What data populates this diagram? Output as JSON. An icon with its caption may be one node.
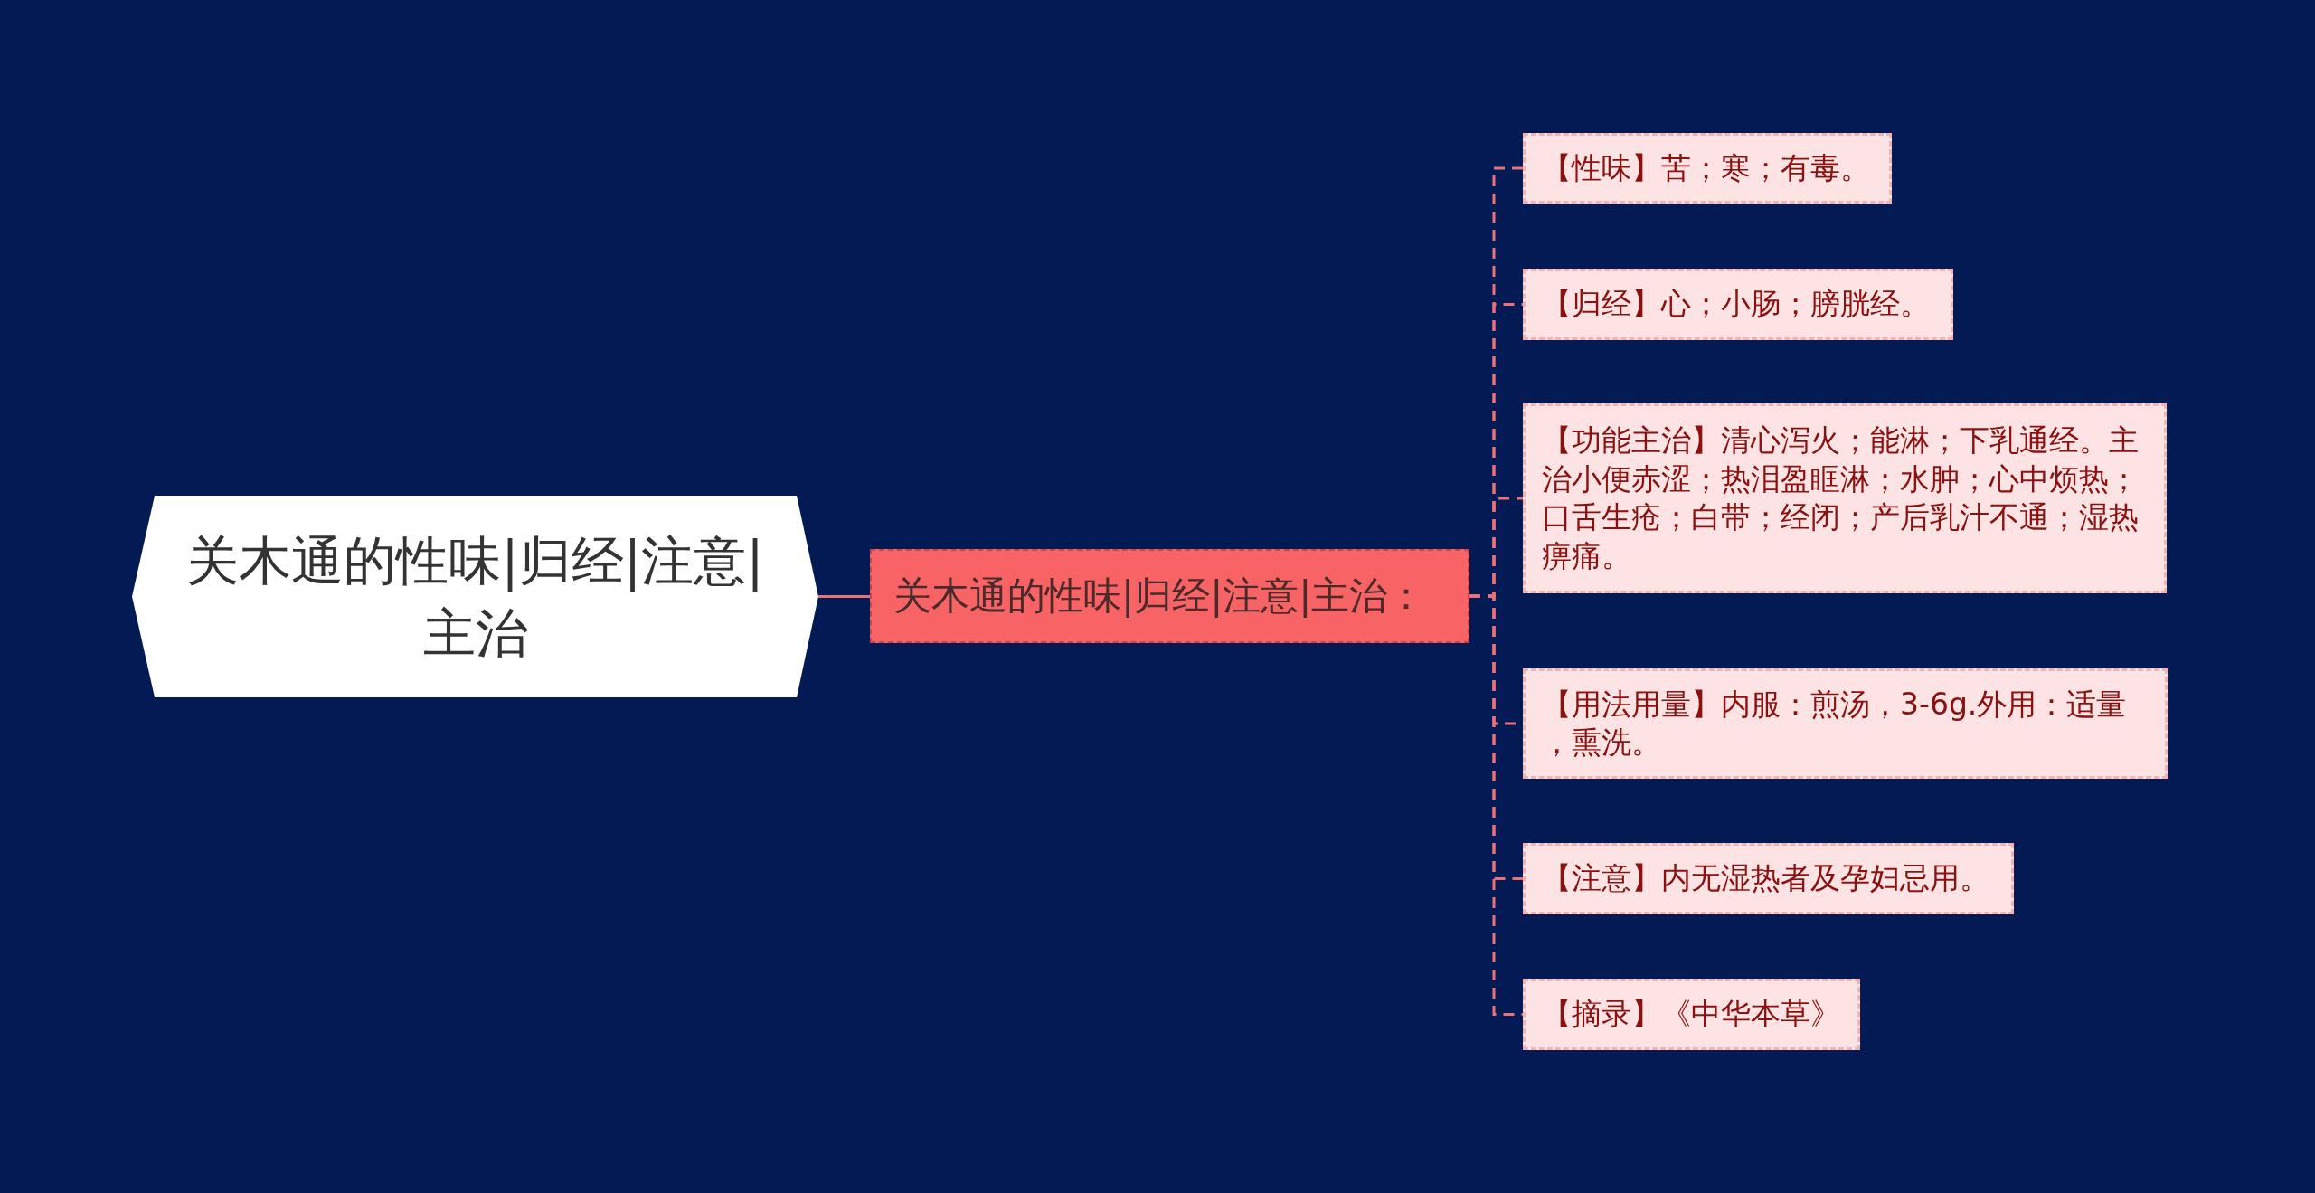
{
  "diagram": {
    "nodes": [
      {
        "text": [
          "关木通的性味|归经|注意|主治"
        ]
      },
      {
        "text": [
          "关木通的性味|归经|注意|主治："
        ]
      },
      {
        "text": [
          "【性味】苦；寒；有毒。"
        ]
      },
      {
        "text": [
          "【归经】心；小肠；膀胱经。"
        ]
      },
      {
        "text": [
          "【功能主治】清心泻火；能淋；下乳通经。主治小便赤涩；热泪盈眶淋；水肿；心中烦热；口舌生疮；白带；经闭；产后乳汁不通；湿热痹痛。"
        ]
      },
      {
        "text": [
          "【用法用量】内服：煎汤，3-6g.外用：适量，熏洗。"
        ]
      },
      {
        "text": [
          "【注意】内无湿热者及孕妇忌用。"
        ]
      },
      {
        "text": [
          "【摘录】《中华本草》"
        ]
      }
    ],
    "edges": [
      {
        "from": 0,
        "to": 1,
        "arrow": "none"
      },
      {
        "from": 1,
        "to": 2,
        "arrow": "none",
        "style": "dashed"
      },
      {
        "from": 1,
        "to": 3,
        "arrow": "none",
        "style": "dashed"
      },
      {
        "from": 1,
        "to": 4,
        "arrow": "none",
        "style": "dashed"
      },
      {
        "from": 1,
        "to": 5,
        "arrow": "none",
        "style": "dashed"
      },
      {
        "from": 1,
        "to": 6,
        "arrow": "none",
        "style": "dashed"
      },
      {
        "from": 1,
        "to": 7,
        "arrow": "none",
        "style": "dashed"
      }
    ]
  }
}
